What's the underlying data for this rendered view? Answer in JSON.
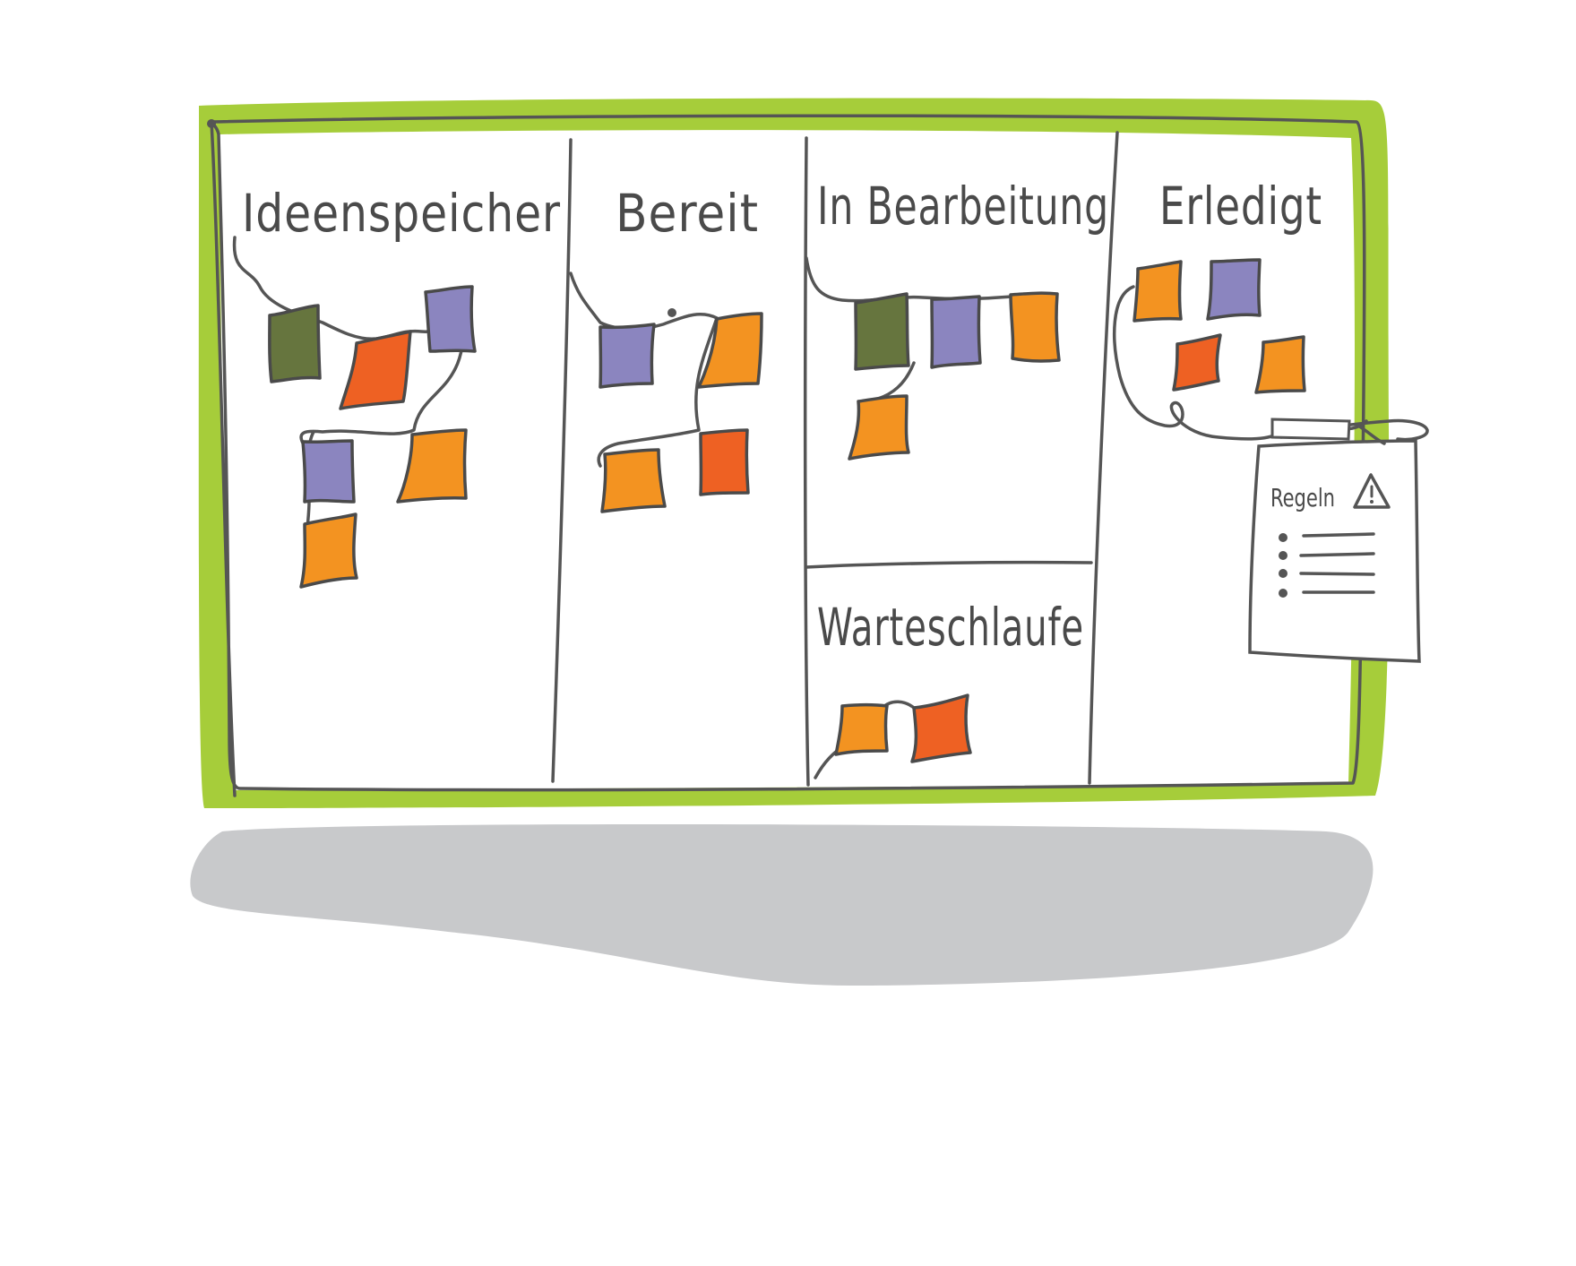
{
  "board": {
    "columns": [
      {
        "title": "Ideenspeicher"
      },
      {
        "title": "Bereit"
      },
      {
        "title": "In Bearbeitung"
      },
      {
        "title": "Erledigt"
      }
    ],
    "waiting_lane": {
      "title": "Warteschlaufe"
    },
    "rules_sheet": {
      "title": "Regeln",
      "icon": "warning-triangle-icon",
      "list_items": 4
    }
  },
  "colors": {
    "frame": "#a6cd3a",
    "shadow": "#c8c9cb",
    "note_olive": "#66753e",
    "note_orange": "#f39321",
    "note_red": "#ee6123",
    "note_purple": "#8b85bf"
  }
}
